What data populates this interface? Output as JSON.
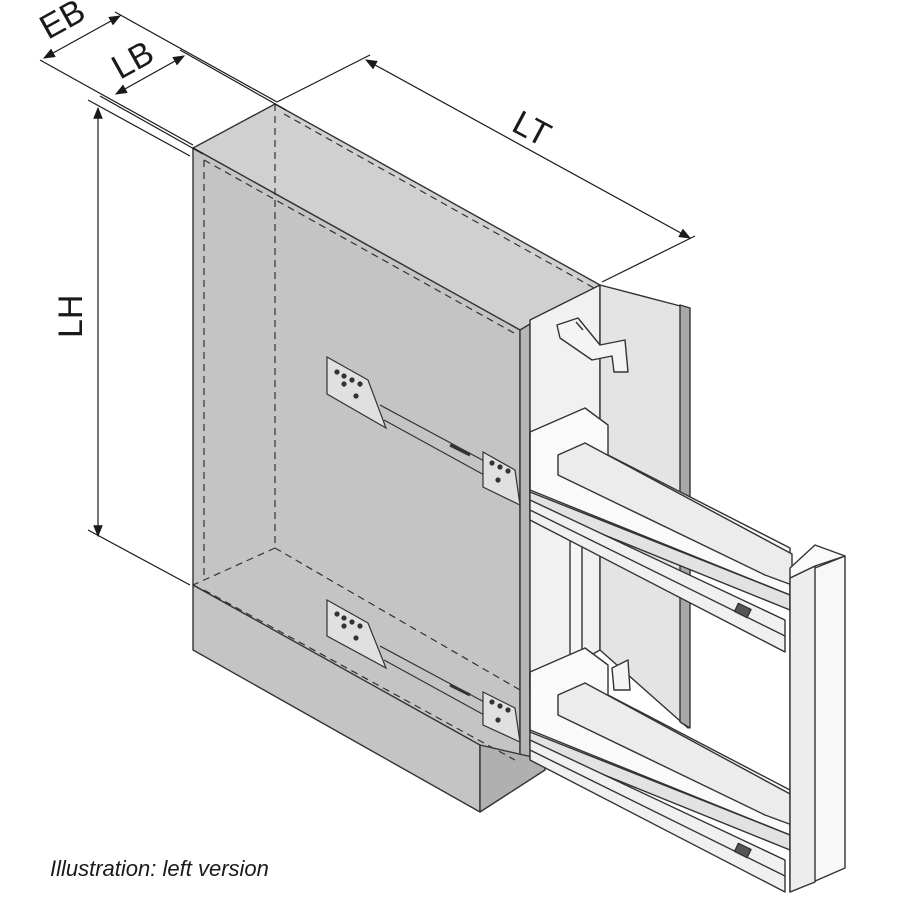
{
  "dimensions": {
    "eb": "EB",
    "lb": "LB",
    "lt": "LT",
    "lh": "LH"
  },
  "caption": "Illustration: left version",
  "colors": {
    "cabinet_grey": "#c6c6c6",
    "cabinet_dark": "#a9a9a9",
    "line": "#333333",
    "rack_white": "#f7f7f7",
    "door": "#dcdcdc"
  }
}
